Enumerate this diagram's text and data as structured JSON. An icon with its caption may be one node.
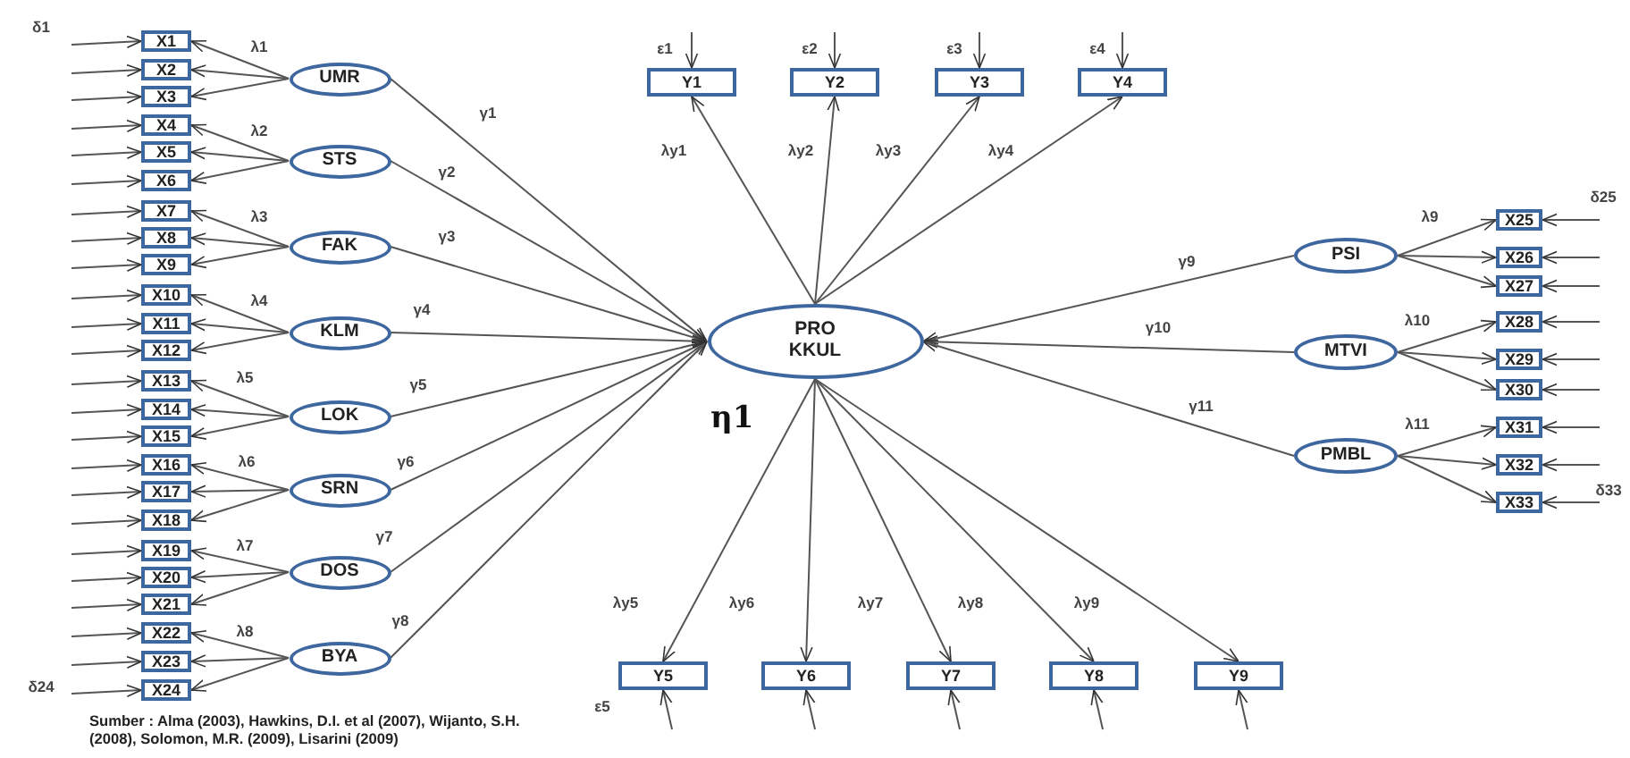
{
  "diagram": {
    "caption": "Sumber : Alma (2003), Hawkins, D.I. et al (2007), Wijanto, S.H. (2008), Solomon, M.R. (2009), Lisarini (2009)",
    "nodes": [
      {
        "text": [
          "X1"
        ]
      },
      {
        "text": [
          "X2"
        ]
      },
      {
        "text": [
          "X3"
        ]
      },
      {
        "text": [
          "X4"
        ]
      },
      {
        "text": [
          "X5"
        ]
      },
      {
        "text": [
          "X6"
        ]
      },
      {
        "text": [
          "X7"
        ]
      },
      {
        "text": [
          "X8"
        ]
      },
      {
        "text": [
          "X9"
        ]
      },
      {
        "text": [
          "X10"
        ]
      },
      {
        "text": [
          "X11"
        ]
      },
      {
        "text": [
          "X12"
        ]
      },
      {
        "text": [
          "X13"
        ]
      },
      {
        "text": [
          "X14"
        ]
      },
      {
        "text": [
          "X15"
        ]
      },
      {
        "text": [
          "X16"
        ]
      },
      {
        "text": [
          "X17"
        ]
      },
      {
        "text": [
          "X18"
        ]
      },
      {
        "text": [
          "X19"
        ]
      },
      {
        "text": [
          "X20"
        ]
      },
      {
        "text": [
          "X21"
        ]
      },
      {
        "text": [
          "X22"
        ]
      },
      {
        "text": [
          "X23"
        ]
      },
      {
        "text": [
          "X24"
        ]
      },
      {
        "text": [
          "UMR"
        ]
      },
      {
        "text": [
          "STS"
        ]
      },
      {
        "text": [
          "FAK"
        ]
      },
      {
        "text": [
          "KLM"
        ]
      },
      {
        "text": [
          "LOK"
        ]
      },
      {
        "text": [
          "SRN"
        ]
      },
      {
        "text": [
          "DOS"
        ]
      },
      {
        "text": [
          "BYA"
        ]
      },
      {
        "text": [
          "PRO KKUL"
        ],
        "beside": [
          "η1"
        ]
      },
      {
        "text": [
          "Y1"
        ]
      },
      {
        "text": [
          "Y2"
        ]
      },
      {
        "text": [
          "Y3"
        ]
      },
      {
        "text": [
          "Y4"
        ]
      },
      {
        "text": [
          "Y5"
        ]
      },
      {
        "text": [
          "Y6"
        ]
      },
      {
        "text": [
          "Y7"
        ]
      },
      {
        "text": [
          "Y8"
        ]
      },
      {
        "text": [
          "Y9"
        ]
      },
      {
        "text": [
          "PSI"
        ]
      },
      {
        "text": [
          "MTVI"
        ]
      },
      {
        "text": [
          "PMBL"
        ]
      },
      {
        "text": [
          "X25"
        ]
      },
      {
        "text": [
          "X26"
        ]
      },
      {
        "text": [
          "X27"
        ]
      },
      {
        "text": [
          "X28"
        ]
      },
      {
        "text": [
          "X29"
        ]
      },
      {
        "text": [
          "X30"
        ]
      },
      {
        "text": [
          "X31"
        ]
      },
      {
        "text": [
          "X32"
        ]
      },
      {
        "text": [
          "X33"
        ]
      }
    ],
    "edges": [
      {
        "from": 24,
        "to": 0,
        "arrow": "to",
        "label": "λ1"
      },
      {
        "from": 24,
        "to": 1,
        "arrow": "to"
      },
      {
        "from": 24,
        "to": 2,
        "arrow": "to"
      },
      {
        "from": 25,
        "to": 3,
        "arrow": "to",
        "label": "λ2"
      },
      {
        "from": 25,
        "to": 4,
        "arrow": "to"
      },
      {
        "from": 25,
        "to": 5,
        "arrow": "to"
      },
      {
        "from": 26,
        "to": 6,
        "arrow": "to",
        "label": "λ3"
      },
      {
        "from": 26,
        "to": 7,
        "arrow": "to"
      },
      {
        "from": 26,
        "to": 8,
        "arrow": "to"
      },
      {
        "from": 27,
        "to": 9,
        "arrow": "to",
        "label": "λ4"
      },
      {
        "from": 27,
        "to": 10,
        "arrow": "to"
      },
      {
        "from": 27,
        "to": 11,
        "arrow": "to"
      },
      {
        "from": 28,
        "to": 12,
        "arrow": "to",
        "label": "λ5"
      },
      {
        "from": 28,
        "to": 13,
        "arrow": "to"
      },
      {
        "from": 28,
        "to": 14,
        "arrow": "to"
      },
      {
        "from": 29,
        "to": 15,
        "arrow": "to",
        "label": "λ6"
      },
      {
        "from": 29,
        "to": 16,
        "arrow": "to"
      },
      {
        "from": 29,
        "to": 17,
        "arrow": "to"
      },
      {
        "from": 30,
        "to": 18,
        "arrow": "to",
        "label": "λ7"
      },
      {
        "from": 30,
        "to": 19,
        "arrow": "to"
      },
      {
        "from": 30,
        "to": 20,
        "arrow": "to"
      },
      {
        "from": 31,
        "to": 21,
        "arrow": "to",
        "label": "λ8"
      },
      {
        "from": 31,
        "to": 22,
        "arrow": "to"
      },
      {
        "from": 31,
        "to": 23,
        "arrow": "to"
      },
      {
        "from": 24,
        "to": 32,
        "arrow": "to",
        "label": "γ1"
      },
      {
        "from": 25,
        "to": 32,
        "arrow": "to",
        "label": "γ2"
      },
      {
        "from": 26,
        "to": 32,
        "arrow": "to",
        "label": "γ3"
      },
      {
        "from": 27,
        "to": 32,
        "arrow": "to",
        "label": "γ4"
      },
      {
        "from": 28,
        "to": 32,
        "arrow": "to",
        "label": "γ5"
      },
      {
        "from": 29,
        "to": 32,
        "arrow": "to",
        "label": "γ6"
      },
      {
        "from": 30,
        "to": 32,
        "arrow": "to",
        "label": "γ7"
      },
      {
        "from": 31,
        "to": 32,
        "arrow": "to",
        "label": "γ8"
      },
      {
        "from": 32,
        "to": 33,
        "arrow": "to",
        "label": "λy1"
      },
      {
        "from": 32,
        "to": 34,
        "arrow": "to",
        "label": "λy2"
      },
      {
        "from": 32,
        "to": 35,
        "arrow": "to",
        "label": "λy3"
      },
      {
        "from": 32,
        "to": 36,
        "arrow": "to",
        "label": "λy4"
      },
      {
        "from": 32,
        "to": 37,
        "arrow": "to",
        "label": "λy5"
      },
      {
        "from": 32,
        "to": 38,
        "arrow": "to",
        "label": "λy6"
      },
      {
        "from": 32,
        "to": 39,
        "arrow": "to",
        "label": "λy7"
      },
      {
        "from": 32,
        "to": 40,
        "arrow": "to",
        "label": "λy8"
      },
      {
        "from": 32,
        "to": 41,
        "arrow": "to",
        "label": "λy9"
      },
      {
        "from": 42,
        "to": 32,
        "arrow": "to",
        "label": "γ9"
      },
      {
        "from": 43,
        "to": 32,
        "arrow": "to",
        "label": "γ10"
      },
      {
        "from": 44,
        "to": 32,
        "arrow": "to",
        "label": "γ11"
      },
      {
        "from": 42,
        "to": 45,
        "arrow": "to",
        "label": "λ9"
      },
      {
        "from": 42,
        "to": 46,
        "arrow": "to"
      },
      {
        "from": 42,
        "to": 47,
        "arrow": "to"
      },
      {
        "from": 43,
        "to": 48,
        "arrow": "to",
        "label": "λ10"
      },
      {
        "from": 43,
        "to": 49,
        "arrow": "to"
      },
      {
        "from": 43,
        "to": 50,
        "arrow": "to"
      },
      {
        "from": 44,
        "to": 51,
        "arrow": "to",
        "label": "λ11"
      },
      {
        "from": 44,
        "to": 52,
        "arrow": "to"
      },
      {
        "from": 44,
        "to": 53,
        "arrow": "to"
      },
      {
        "from": null,
        "to": 0,
        "arrow": "to",
        "label": "δ1"
      },
      {
        "from": null,
        "to": 1,
        "arrow": "to"
      },
      {
        "from": null,
        "to": 2,
        "arrow": "to"
      },
      {
        "from": null,
        "to": 3,
        "arrow": "to"
      },
      {
        "from": null,
        "to": 4,
        "arrow": "to"
      },
      {
        "from": null,
        "to": 5,
        "arrow": "to"
      },
      {
        "from": null,
        "to": 6,
        "arrow": "to"
      },
      {
        "from": null,
        "to": 7,
        "arrow": "to"
      },
      {
        "from": null,
        "to": 8,
        "arrow": "to"
      },
      {
        "from": null,
        "to": 9,
        "arrow": "to"
      },
      {
        "from": null,
        "to": 10,
        "arrow": "to"
      },
      {
        "from": null,
        "to": 11,
        "arrow": "to"
      },
      {
        "from": null,
        "to": 12,
        "arrow": "to"
      },
      {
        "from": null,
        "to": 13,
        "arrow": "to"
      },
      {
        "from": null,
        "to": 14,
        "arrow": "to"
      },
      {
        "from": null,
        "to": 15,
        "arrow": "to"
      },
      {
        "from": null,
        "to": 16,
        "arrow": "to"
      },
      {
        "from": null,
        "to": 17,
        "arrow": "to"
      },
      {
        "from": null,
        "to": 18,
        "arrow": "to"
      },
      {
        "from": null,
        "to": 19,
        "arrow": "to"
      },
      {
        "from": null,
        "to": 20,
        "arrow": "to"
      },
      {
        "from": null,
        "to": 21,
        "arrow": "to"
      },
      {
        "from": null,
        "to": 22,
        "arrow": "to"
      },
      {
        "from": null,
        "to": 23,
        "arrow": "to",
        "label": "δ24"
      },
      {
        "from": null,
        "to": 45,
        "arrow": "to",
        "label": "δ25"
      },
      {
        "from": null,
        "to": 46,
        "arrow": "to"
      },
      {
        "from": null,
        "to": 47,
        "arrow": "to"
      },
      {
        "from": null,
        "to": 48,
        "arrow": "to"
      },
      {
        "from": null,
        "to": 49,
        "arrow": "to"
      },
      {
        "from": null,
        "to": 50,
        "arrow": "to"
      },
      {
        "from": null,
        "to": 51,
        "arrow": "to"
      },
      {
        "from": null,
        "to": 52,
        "arrow": "to"
      },
      {
        "from": null,
        "to": 53,
        "arrow": "to",
        "label": "δ33"
      },
      {
        "from": null,
        "to": 33,
        "arrow": "to",
        "label": "ε1"
      },
      {
        "from": null,
        "to": 34,
        "arrow": "to",
        "label": "ε2"
      },
      {
        "from": null,
        "to": 35,
        "arrow": "to",
        "label": "ε3"
      },
      {
        "from": null,
        "to": 36,
        "arrow": "to",
        "label": "ε4"
      },
      {
        "from": null,
        "to": 37,
        "arrow": "to",
        "label": "ε5"
      },
      {
        "from": null,
        "to": 38,
        "arrow": "to"
      },
      {
        "from": null,
        "to": 39,
        "arrow": "to"
      },
      {
        "from": null,
        "to": 40,
        "arrow": "to"
      },
      {
        "from": null,
        "to": 41,
        "arrow": "to"
      }
    ]
  }
}
